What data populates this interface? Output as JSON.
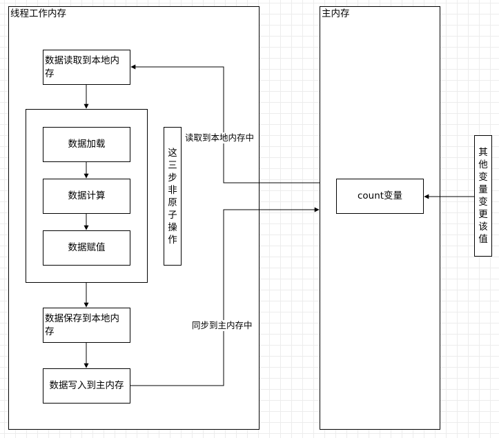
{
  "thread_memory": {
    "title": "线程工作内存",
    "steps": {
      "read_local": "数据读取到本地内存",
      "load": "数据加载",
      "compute": "数据计算",
      "assign": "数据赋值",
      "save_local": "数据保存到本地内存",
      "write_main": "数据写入到主内存"
    },
    "non_atomic_note": "这三步非原子操作"
  },
  "main_memory": {
    "title": "主内存",
    "count_variable": "count变量",
    "other_change_note": "其他变量变更该值"
  },
  "edges": {
    "read_label": "读取到本地内存中",
    "sync_label": "同步到主内存中"
  }
}
